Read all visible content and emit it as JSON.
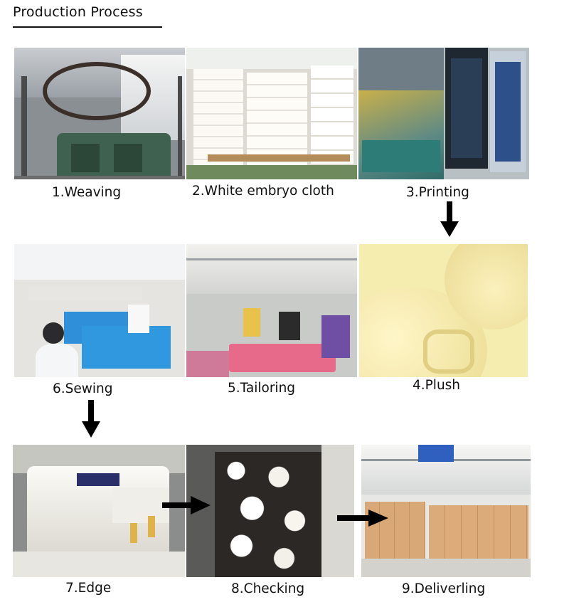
{
  "header": {
    "title": "Production Process"
  },
  "steps": [
    {
      "label": "1.Weaving"
    },
    {
      "label": "2.White embryo cloth"
    },
    {
      "label": "3.Printing"
    },
    {
      "label": "4.Plush"
    },
    {
      "label": "5.Tailoring"
    },
    {
      "label": "6.Sewing"
    },
    {
      "label": "7.Edge"
    },
    {
      "label": "8.Checking"
    },
    {
      "label": "9.Deliverling"
    }
  ],
  "colors": {
    "plush": "#f5ecb0",
    "factory_floor": "#d8d4c8",
    "machine_green": "#3c5a4a",
    "basket_blue": "#2f8fd8",
    "box_tan": "#d9a877"
  }
}
